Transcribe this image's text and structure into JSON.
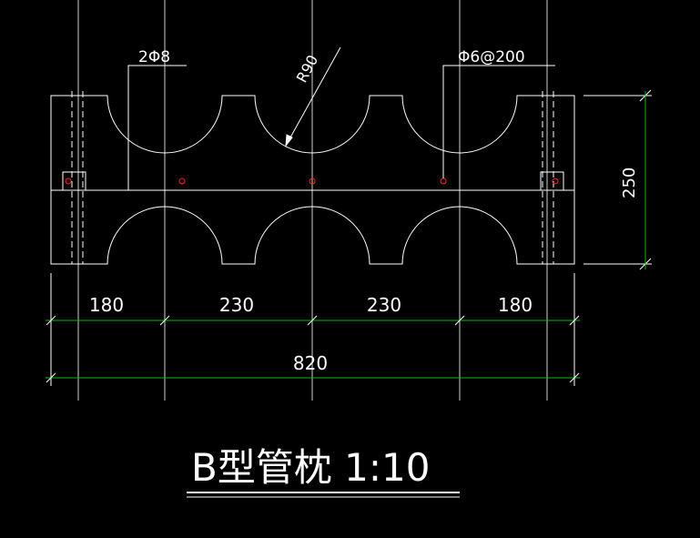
{
  "colors": {
    "background": "#000000",
    "outline": "#ffffff",
    "dimension": "#00c000",
    "rebar": "#ff2020"
  },
  "labels": {
    "rebar_main": "2Φ8",
    "rebar_stirrup": "Φ6@200",
    "radius": "R90",
    "height": "250"
  },
  "dimensions": {
    "segments": [
      "180",
      "230",
      "230",
      "180"
    ],
    "total": "820"
  },
  "title": "B型管枕 1:10"
}
